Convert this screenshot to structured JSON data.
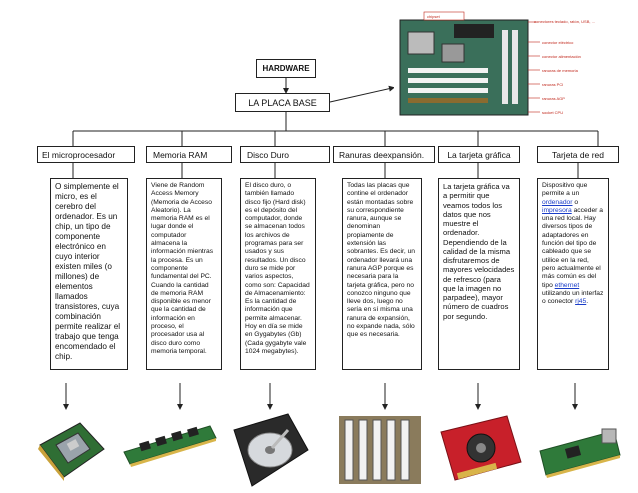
{
  "root": {
    "label": "HARDWARE"
  },
  "subroot": {
    "label": "LA PLACA BASE"
  },
  "board_labels": [
    "chipset",
    "conectores teclado, ratón, USB, ...",
    "conector eléctrico",
    "conector alimentación",
    "ranuras de memoria",
    "ranuras PCI",
    "ranuras AGP",
    "socket CPU"
  ],
  "columns": [
    {
      "header": "El microprocesador",
      "description": "O simplemente el micro, es el cerebro del ordenador. Es un chip, un tipo de componente electrónico en cuyo interior existen miles (o millones) de elementos llamados transistores, cuya combinación permite realizar el trabajo que tenga encomendado el chip."
    },
    {
      "header": "Memoria RAM",
      "description": "Viene de Random Access Memory (Memoria de Acceso Aleatorio). La memoria RAM es el lugar donde el computador almacena la información mientras la procesa. Es un componente fundamental del PC. Cuando la cantidad de memoria RAM disponible es menor que la cantidad de información en proceso, el procesador usa al disco duro como memoria temporal."
    },
    {
      "header": "Disco Duro",
      "description": "El disco duro, o también llamado disco fijo (Hard disk) es el depósito del computador, donde se almacenan todos los archivos de programas para ser usados y sus resultados. Un disco duro se mide por varios aspectos, como son: Capacidad de Almacenamiento: Es la cantidad de información que permite almacenar. Hoy en día se mide en Gygabytes (Gb) (Cada gygabyte vale 1024 megabytes)."
    },
    {
      "header": "Ranuras deexpansión.",
      "description": "Todas las placas que contine el ordenador están montadas sobre su correspondiente ranura, aunque se denominan propiamente de extensión las sobrantes. Es decir, un ordenador llevará una ranura AGP porque es necesaria para la tarjeta gráfica, pero no conozco ninguno que lleve dos, luego no sería en sí misma una ranura de expansión, no expande nada, sólo que es necesaria."
    },
    {
      "header": "La tarjeta gráfica",
      "description": "La tarjeta gráfica va a permitir que veamos todos los datos que nos muestre el ordenador. Dependiendo de la calidad de la misma disfrutaremos de mayores velocidades de refresco (para que la imagen no parpadee), mayor número de cuadros por segundo."
    },
    {
      "header": "Tarjeta de red",
      "description_parts": [
        "Dispositivo que permite a un ",
        "ordenador",
        " o ",
        "impresora",
        " acceder a una red local. Hay diversos tipos de adaptadores en función del tipo de cableado que se utilice en la red, pero actualmente el más común es del tipo ",
        "ethernet",
        " utilizando un interfaz o conector ",
        "rj45",
        "."
      ]
    }
  ],
  "colors": {
    "line": "#222222",
    "link": "#1a3dc8",
    "pcb_green": "#2f7a3a",
    "board_label_red": "#c0271b"
  },
  "icons": [
    "processor-chip-icon",
    "ram-module-icon",
    "hard-drive-icon",
    "expansion-slots-icon",
    "graphics-card-icon",
    "network-card-icon"
  ]
}
